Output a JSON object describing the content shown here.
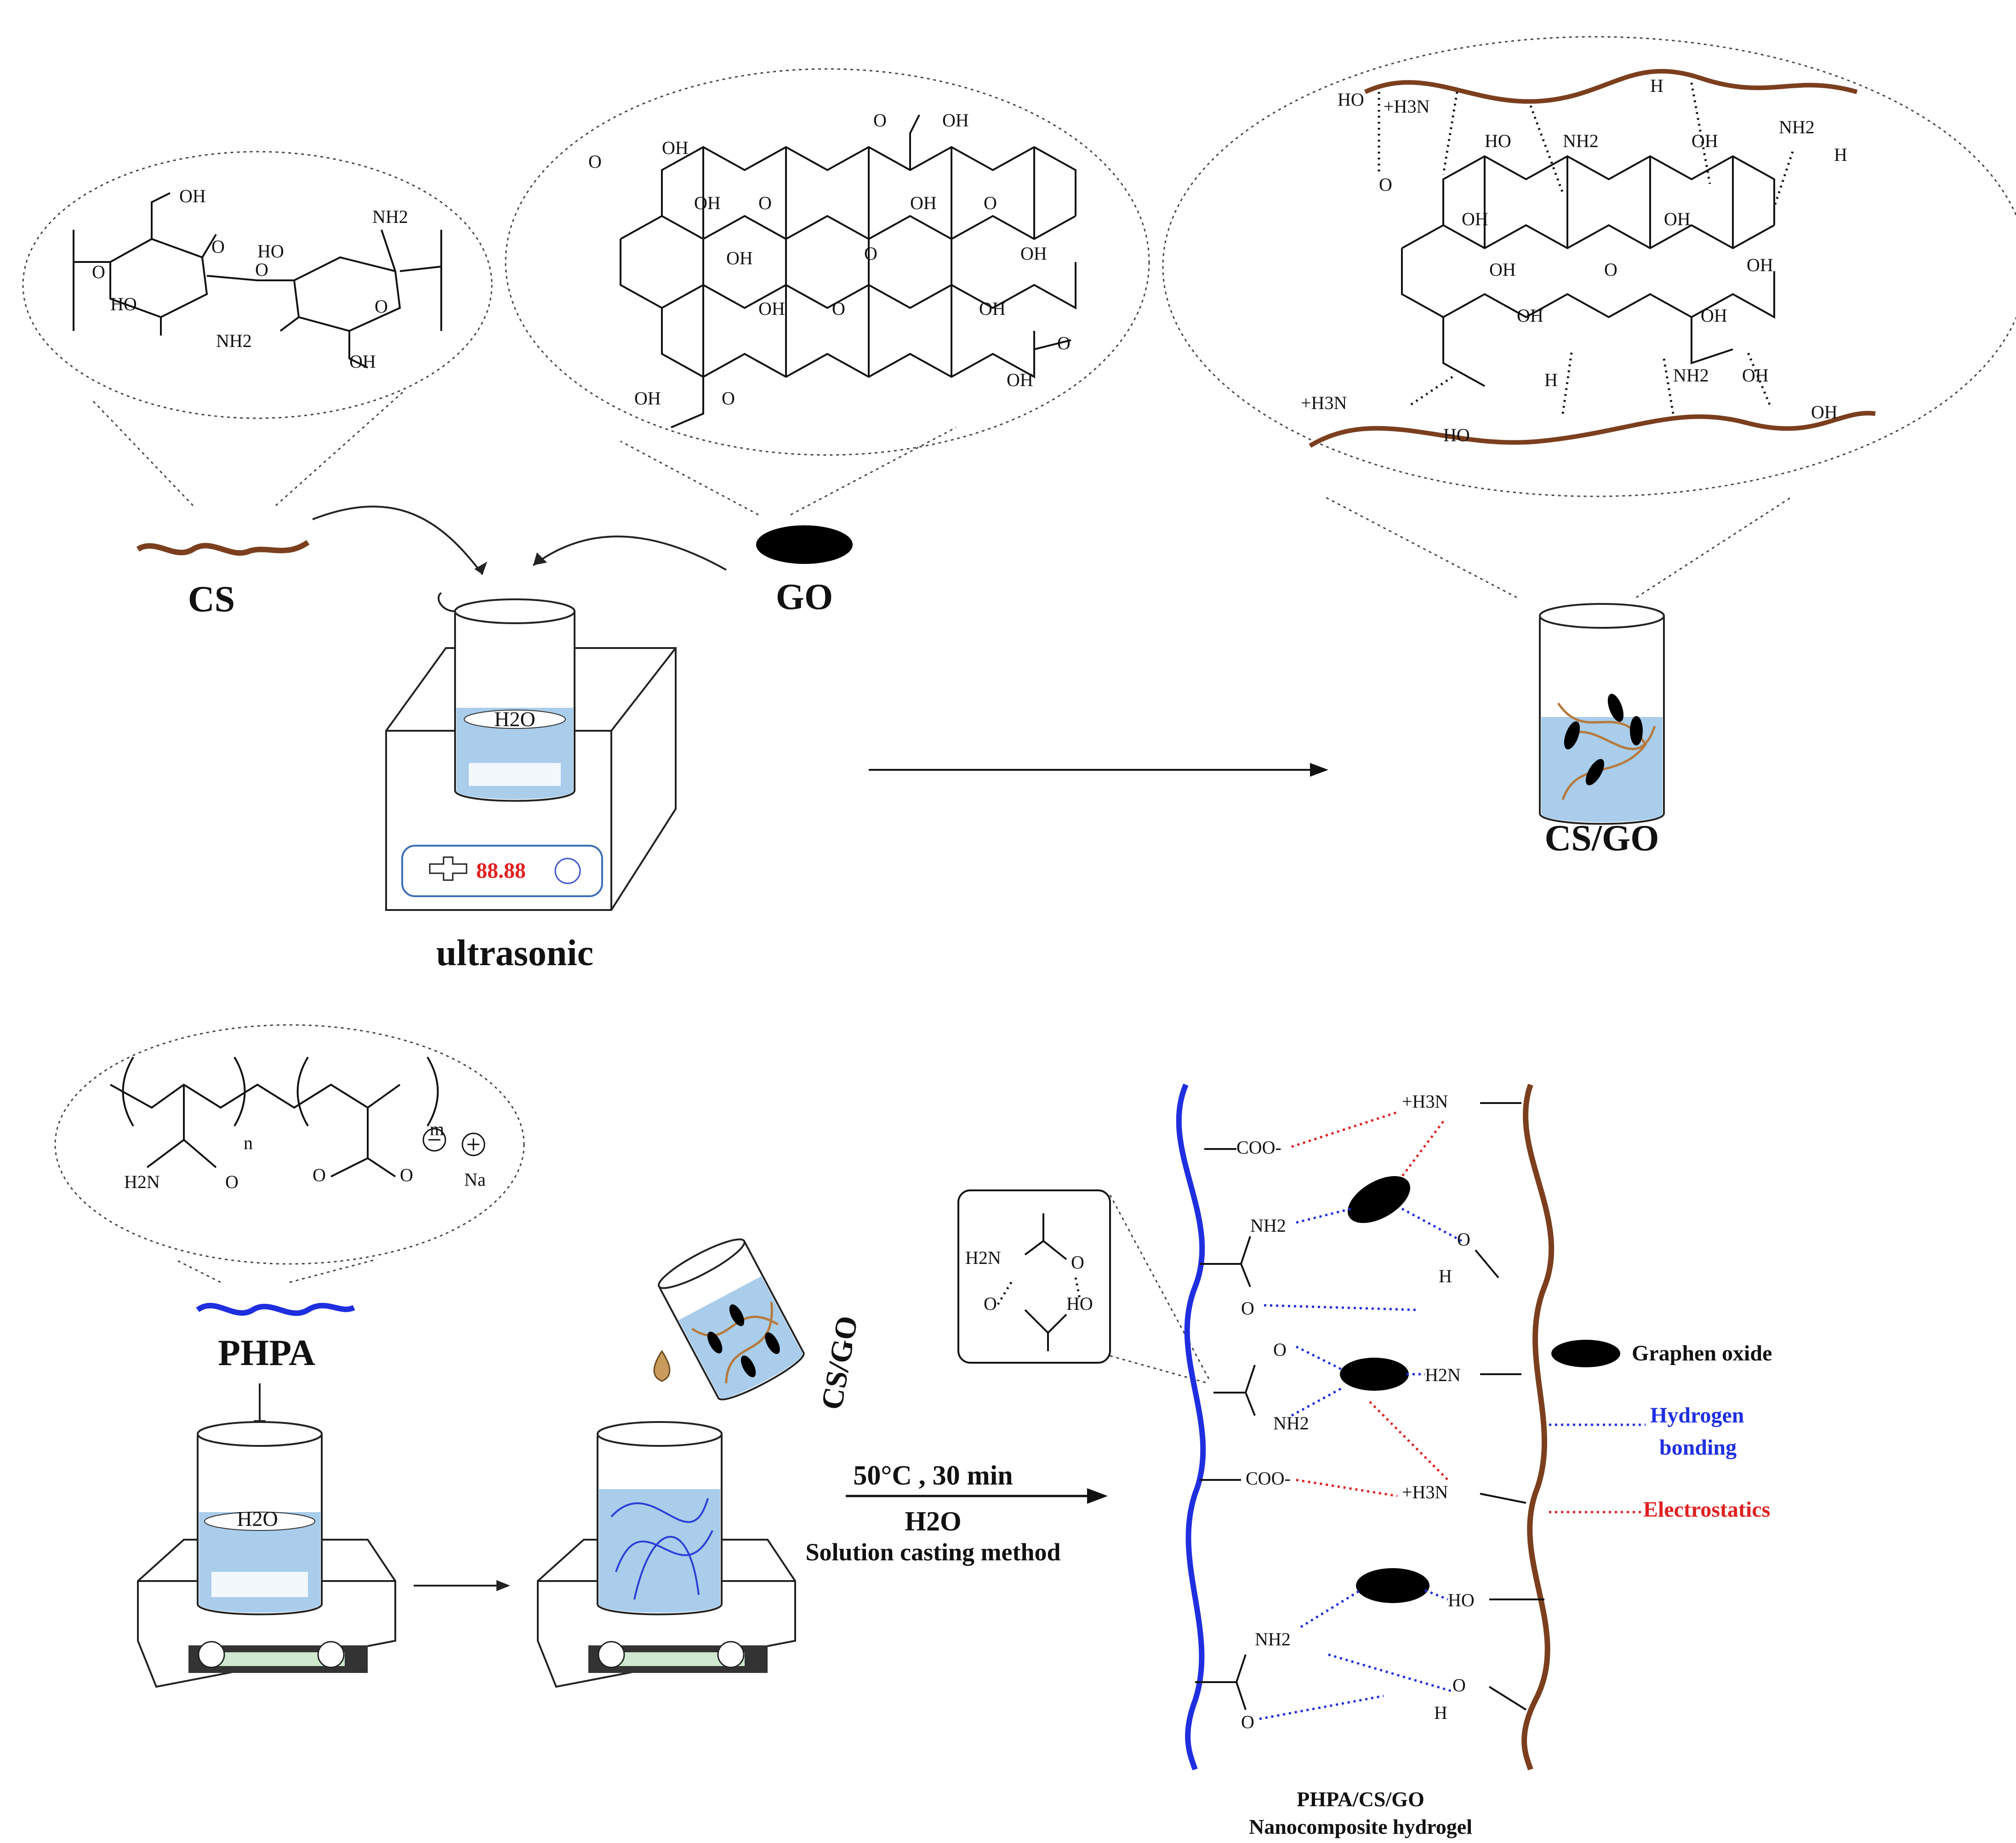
{
  "labels": {
    "cs": "CS",
    "go": "GO",
    "ultrasonic": "ultrasonic",
    "cs_go": "CS/GO",
    "phpa": "PHPA",
    "cs_go_rotated": "CS/GO",
    "display_value": "88.88",
    "water": "H2O"
  },
  "conditions": {
    "temperature_time": "50°C , 30 min",
    "solvent": "H2O",
    "method": "Solution casting method"
  },
  "chem": {
    "oh": "OH",
    "nh2": "NH2",
    "o": "O",
    "h": "H",
    "h3n_plus": "+H3N",
    "coo_minus": "COO-",
    "h2n": "H2N",
    "ho": "HO",
    "n": "n",
    "m": "m",
    "na": "Na"
  },
  "legend": {
    "graphene_oxide": "Graphen oxide",
    "hydrogen_bonding_1": "Hydrogen",
    "hydrogen_bonding_2": "bonding",
    "electrostatics": "Electrostatics"
  },
  "product": {
    "line1": "PHPA/CS/GO",
    "line2": "Nanocomposite hydrogel"
  },
  "colors": {
    "chitosan": "#7b3f1e",
    "phpa": "#1f2fe0",
    "go": "#000000",
    "water": "#a9cdeb",
    "display_red": "#e02020",
    "hydrogen_bond": "#1f2fe0",
    "electrostatic": "#e02020"
  }
}
